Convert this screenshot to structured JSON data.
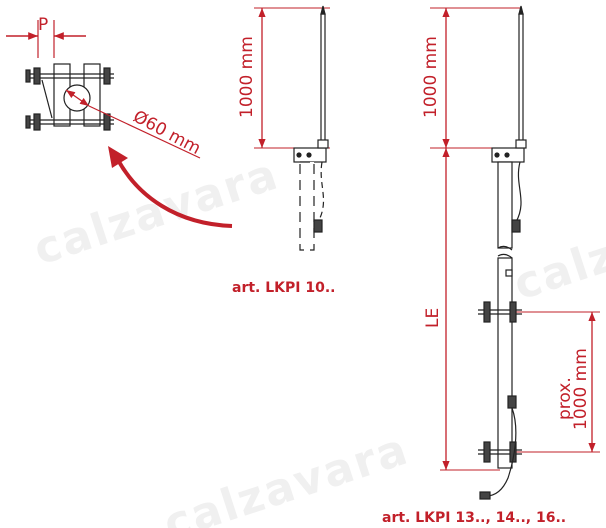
{
  "watermark": "calzavara",
  "clamp_detail": {
    "p_label": "P",
    "diameter_label": "Ø60 mm"
  },
  "model_short": {
    "height_label": "1000 mm",
    "caption": "art. LKPI 10.."
  },
  "model_long": {
    "height_label": "1000 mm",
    "length_label": "LE",
    "spacing_label_line1": "prox.",
    "spacing_label_line2": "1000 mm",
    "caption": "art. LKPI 13.., 14.., 16.."
  },
  "colors": {
    "dimension": "#c2202a",
    "drawing": "#222222",
    "watermark": "#f0f0f0"
  }
}
